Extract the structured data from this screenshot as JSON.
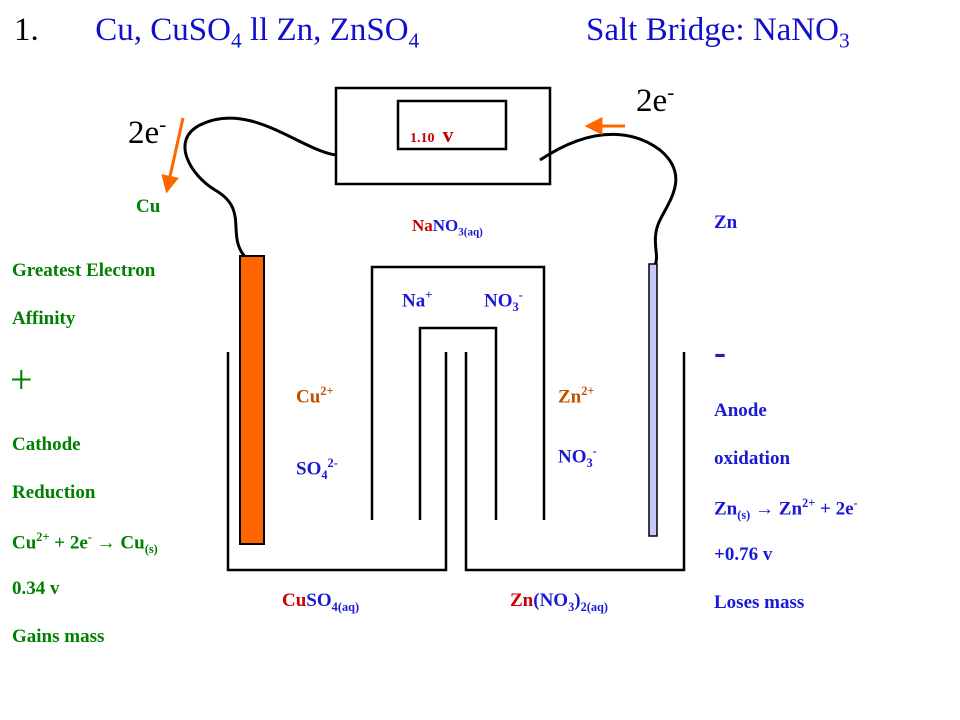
{
  "title": {
    "number": "1.",
    "cell_prefix": "Cu, CuSO",
    "cell_sub1": "4",
    "cell_mid": " ll Zn, ZnSO",
    "cell_sub2": "4",
    "bridge_prefix": "Salt Bridge: NaNO",
    "bridge_sub": "3"
  },
  "voltmeter": {
    "value": "1.10",
    "unit": "v"
  },
  "electrons_left": {
    "text": "2e",
    "sup": "-"
  },
  "electrons_right": {
    "text": "2e",
    "sup": "-"
  },
  "salt_bridge": {
    "solution_a": "Na",
    "solution_b": "NO",
    "solution_sub": "3(aq)",
    "cation": "Na",
    "cation_charge": "+",
    "anion": "NO",
    "anion_sub": "3",
    "anion_charge": "-"
  },
  "left_cell": {
    "electrode_label": "Cu",
    "ion1": "Cu",
    "ion1_charge": "2+",
    "ion2": "SO",
    "ion2_sub": "4",
    "ion2_charge": "2-",
    "solution_a": "Cu",
    "solution_b": "SO",
    "solution_sub": "4(aq)"
  },
  "right_cell": {
    "electrode_label": "Zn",
    "ion1": "Zn",
    "ion1_charge": "2+",
    "ion2": "NO",
    "ion2_sub": "3",
    "ion2_charge": "-",
    "solution_a": "Zn",
    "solution_b": "(NO",
    "solution_sub1": "3",
    "solution_c": ")",
    "solution_sub2": "2(aq)"
  },
  "left_notes": {
    "line1": "Greatest Electron",
    "line2": "Affinity",
    "sign": "+",
    "line3": "Cathode",
    "line4": "Reduction",
    "eq_a": "Cu",
    "eq_a_sup": "2+",
    "eq_b": " + 2e",
    "eq_b_sup": "-",
    "eq_c": " →  Cu",
    "eq_c_sub": "(s)",
    "potential": "0.34 v",
    "mass": "Gains mass"
  },
  "right_notes": {
    "sign": "-",
    "line1": "Anode",
    "line2": "oxidation",
    "eq_a": "Zn",
    "eq_a_sub": "(s)",
    "eq_b": " → Zn",
    "eq_b_sup": "2+",
    "eq_c": "  +   2e",
    "eq_c_sup": "-",
    "potential": "+0.76 v",
    "mass": "Loses mass"
  },
  "colors": {
    "copper": "#ff6600",
    "zinc": "#c8c8f8",
    "arrow": "#ff6600",
    "green": "#008000",
    "blue": "#1a1ad6",
    "red": "#cc0000"
  }
}
